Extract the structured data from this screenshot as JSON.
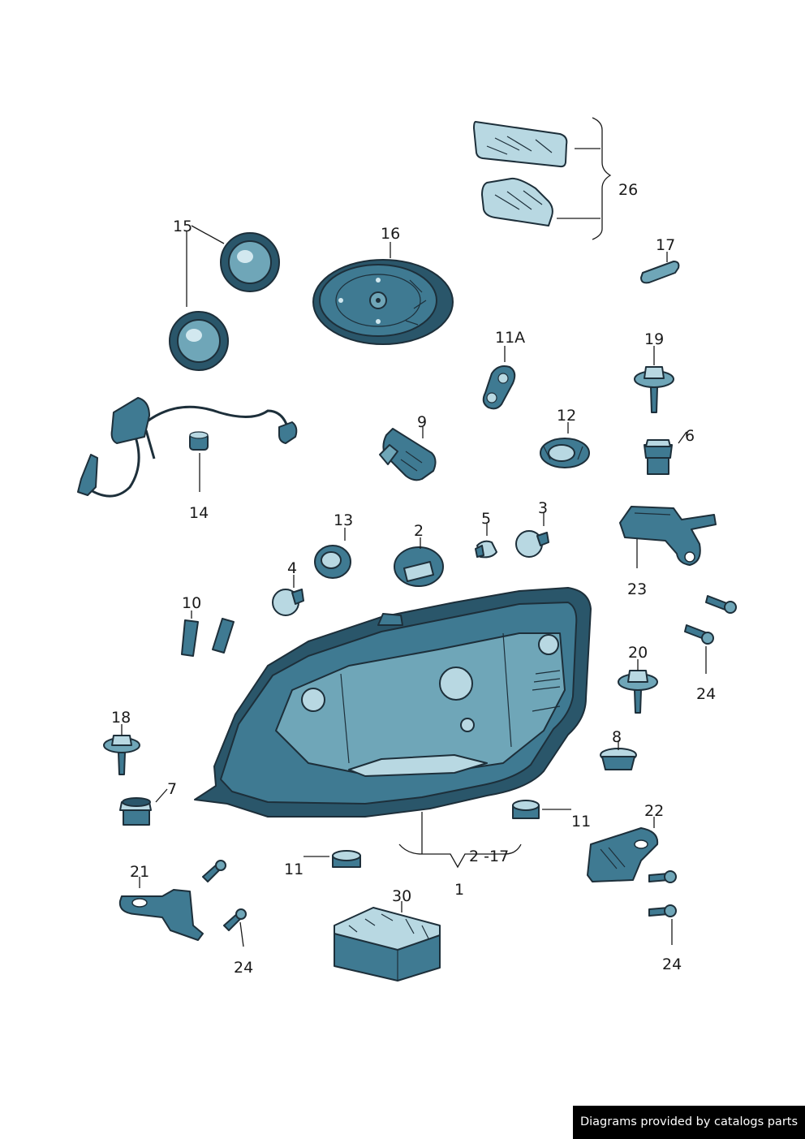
{
  "callouts": {
    "c1": "1",
    "c2": "2",
    "c3": "3",
    "c4": "4",
    "c5": "5",
    "c6": "6",
    "c7": "7",
    "c8": "8",
    "c9": "9",
    "c10": "10",
    "c11a": "11",
    "c11b": "11",
    "c11A": "11A",
    "c12": "12",
    "c13": "13",
    "c14": "14",
    "c15": "15",
    "c16": "16",
    "c17": "17",
    "c18": "18",
    "c19": "19",
    "c20": "20",
    "c21": "21",
    "c22": "22",
    "c23": "23",
    "c24a": "24",
    "c24b": "24",
    "c24c": "24",
    "c26": "26",
    "c30": "30",
    "range": "2 -17"
  },
  "footer": {
    "credit": "Diagrams provided by catalogs parts"
  },
  "colors": {
    "part_fill": "#3f7a92",
    "part_light": "#b8d8e2",
    "outline": "#1d2f3a",
    "credit_bg": "#000000"
  }
}
